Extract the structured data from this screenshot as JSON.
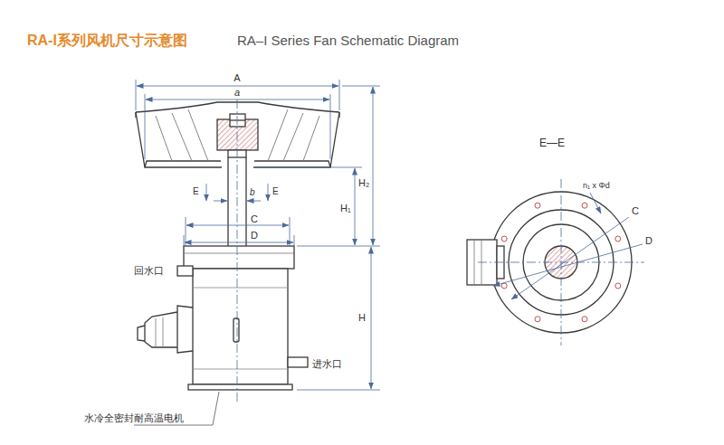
{
  "diagram": {
    "title": "RA-I系列风机尺寸示意图",
    "labels": [
      "RA–I Series Fan Schematic Diagram",
      "A",
      "a",
      "E",
      "b",
      "E",
      "C",
      "H₂",
      "H₁",
      "D",
      "回水口",
      "H",
      "进水口",
      "水冷全密封耐高温电机",
      "E—E",
      "n₁ x Φd",
      "C",
      "D"
    ]
  }
}
